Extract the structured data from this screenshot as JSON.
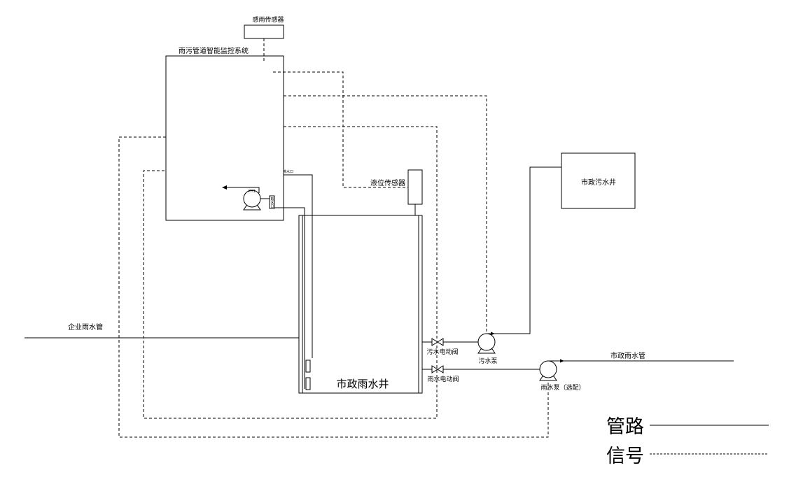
{
  "labels": {
    "rain_sensor": "感雨传感器",
    "control_system": "雨污管道智能监控系统",
    "level_sensor": "液位传感器",
    "drain_outlet": "排水口",
    "intake": "取水口",
    "pump_tag": "PH1",
    "rain_well": "市政雨水井",
    "enterprise_pipe": "企业雨水管",
    "sewage_valve": "污水电动阀",
    "sewage_pump": "污水泵",
    "rain_valve": "雨水电动阀",
    "rain_pump": "雨水泵（选配）",
    "sewage_well": "市政污水井",
    "municipal_rain_pipe": "市政雨水管"
  },
  "legend": {
    "pipe": "管路",
    "signal": "信号"
  },
  "colors": {
    "line": "#000000",
    "background": "#ffffff"
  }
}
